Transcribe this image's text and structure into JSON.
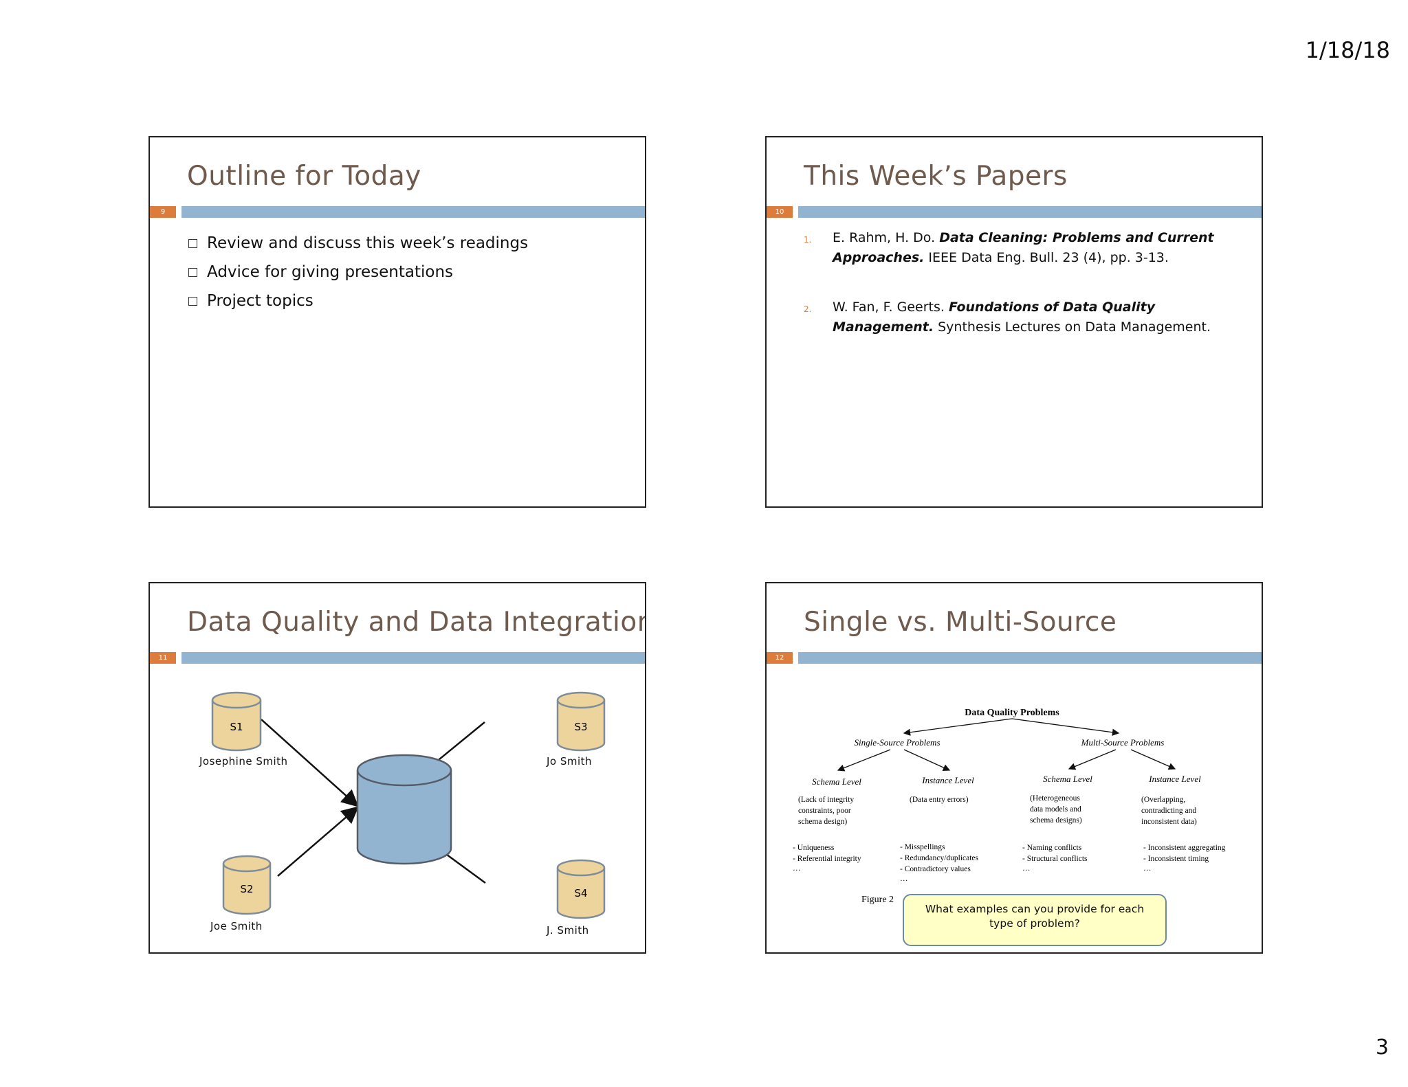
{
  "header": {
    "date": "1/18/18"
  },
  "footer": {
    "page_number": "3"
  },
  "slides": [
    {
      "number": "9",
      "title": "Outline for Today",
      "bullets": [
        "Review and discuss this week’s readings",
        "Advice for giving presentations",
        "Project topics"
      ]
    },
    {
      "number": "10",
      "title": "This Week’s Papers",
      "references": [
        {
          "num": "1.",
          "authors": "E. Rahm, H. Do.",
          "title": "Data Cleaning: Problems and Current Approaches.",
          "venue": "IEEE Data Eng. Bull. 23 (4), pp. 3-13."
        },
        {
          "num": "2.",
          "authors": "W. Fan, F. Geerts.",
          "title": "Foundations of Data Quality Management.",
          "venue": "Synthesis Lectures on Data Management."
        }
      ]
    },
    {
      "number": "11",
      "title": "Data Quality and Data Integration",
      "sources": [
        {
          "id": "S1",
          "name": "Josephine Smith"
        },
        {
          "id": "S2",
          "name": "Joe Smith"
        },
        {
          "id": "S3",
          "name": "Jo Smith"
        },
        {
          "id": "S4",
          "name": "J. Smith"
        }
      ],
      "colors": {
        "source_fill": "#ecd49c",
        "source_stroke": "#7e8c99",
        "target_fill": "#93b4d1",
        "target_stroke": "#555c66"
      }
    },
    {
      "number": "12",
      "title": "Single vs. Multi-Source",
      "figure": {
        "root": "Data Quality Problems",
        "single": "Single-Source Problems",
        "multi": "Multi-Source Problems",
        "schema_level": "Schema Level",
        "instance_level": "Instance Level",
        "single_schema_desc": [
          "(Lack of integrity",
          "constraints, poor",
          "schema design)"
        ],
        "single_instance_desc": [
          "(Data entry errors)"
        ],
        "multi_schema_desc": [
          "(Heterogeneous",
          "data models and",
          "schema designs)"
        ],
        "multi_instance_desc": [
          "(Overlapping,",
          "contradicting and",
          "inconsistent data)"
        ],
        "single_schema_items": [
          "- Uniqueness",
          "- Referential integrity",
          "…"
        ],
        "single_instance_items": [
          "- Misspellings",
          "- Redundancy/duplicates",
          "- Contradictory values",
          "…"
        ],
        "multi_schema_items": [
          "- Naming conflicts",
          "- Structural conflicts",
          "…"
        ],
        "multi_instance_items": [
          "- Inconsistent aggregating",
          "- Inconsistent timing",
          "…"
        ],
        "caption_fragment": "Figure 2"
      },
      "callout": "What examples can you provide for each type of problem?"
    }
  ],
  "colors": {
    "title_text": "#6f5a4e",
    "accent_orange": "#dc7d3e",
    "accent_blue": "#93b4d1"
  }
}
